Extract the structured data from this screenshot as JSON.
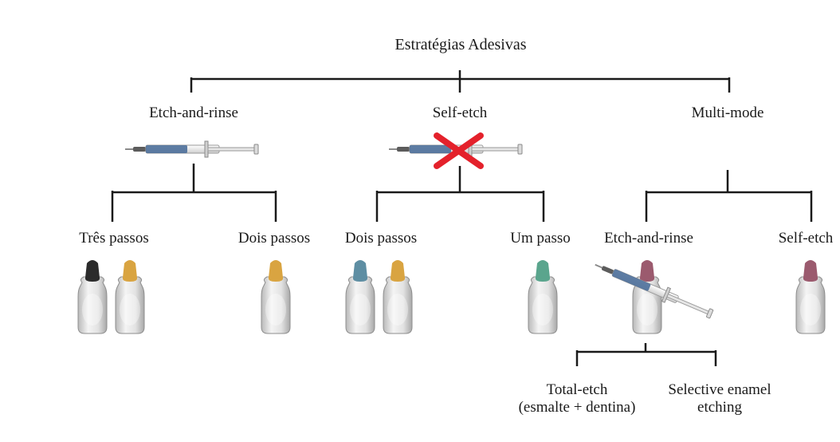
{
  "title": "Estratégias Adesivas",
  "strategies": {
    "etch_and_rinse": "Etch-and-rinse",
    "self_etch": "Self-etch",
    "multi_mode": "Multi-mode"
  },
  "steps": {
    "tres_passos": "Três passos",
    "dois_passos_er": "Dois passos",
    "dois_passos_se": "Dois passos",
    "um_passo": "Um passo",
    "mm_etch_and_rinse": "Etch-and-rinse",
    "mm_self_etch": "Self-etch"
  },
  "techniques": {
    "total_etch_line1": "Total-etch",
    "total_etch_line2": "(esmalte + dentina)",
    "selective_line1": "Selective enamel",
    "selective_line2": "etching"
  },
  "colors": {
    "line": "#1a1a1a",
    "cap_black": "#2b2b2b",
    "cap_yellow": "#d9a441",
    "cap_blue": "#5e8ea3",
    "cap_green": "#5aa58d",
    "cap_mauve": "#9b5a6e",
    "cross": "#e4212b",
    "syringe_blue": "#4d6f9a"
  },
  "icons": {
    "bottle": "bottle-icon",
    "syringe": "syringe-icon",
    "cross": "cross-icon"
  }
}
